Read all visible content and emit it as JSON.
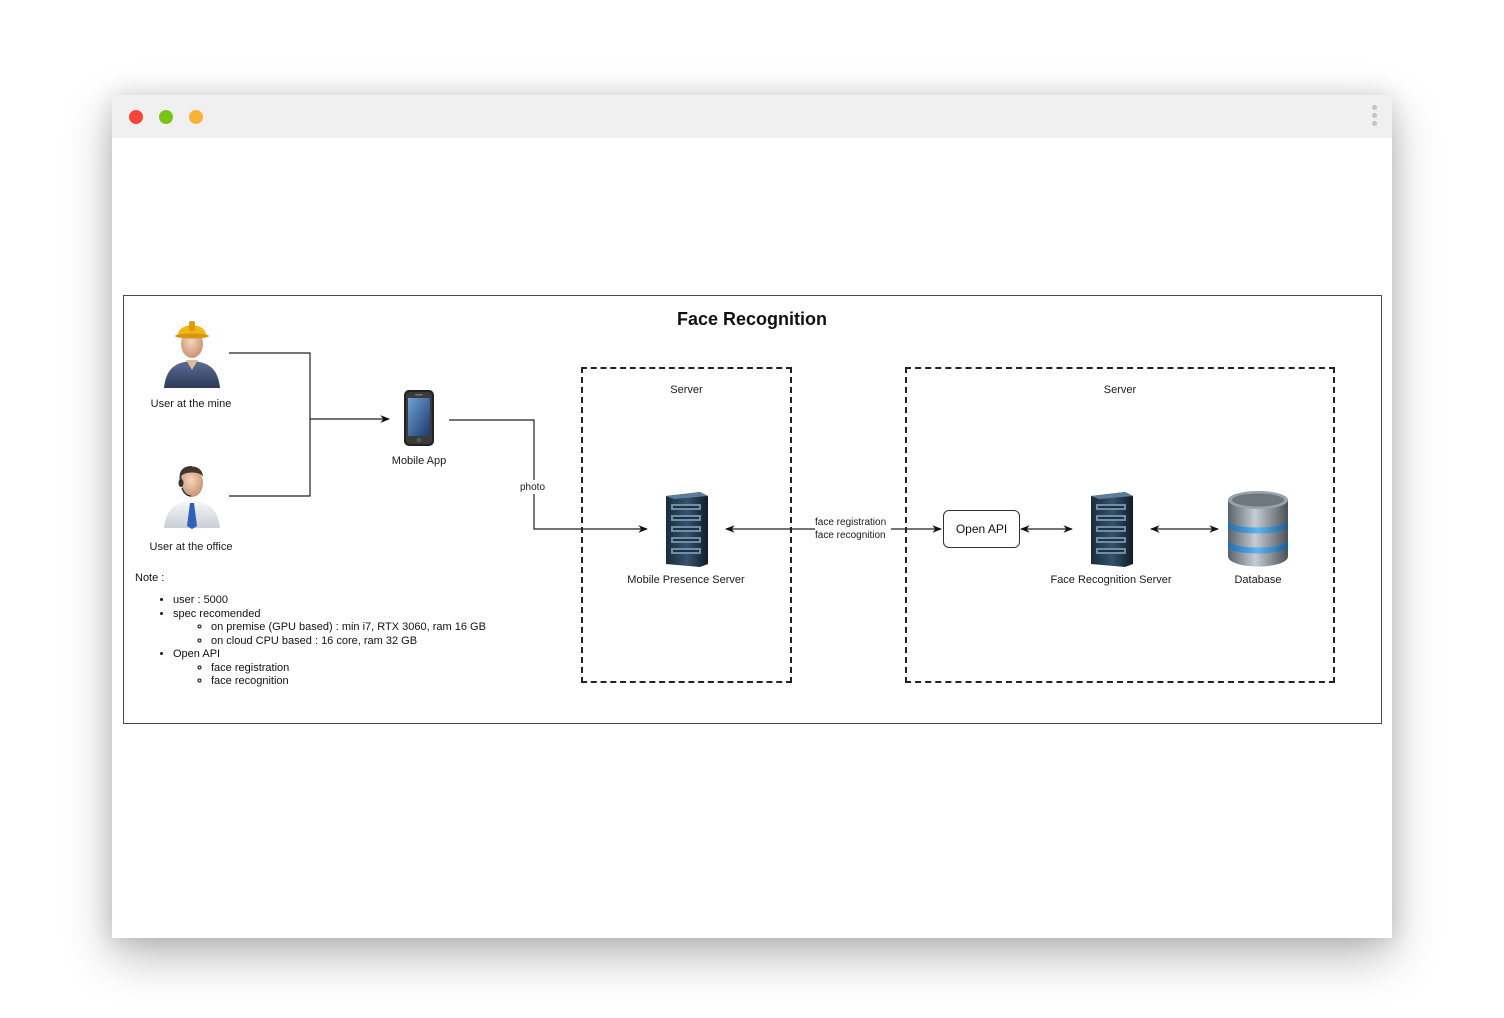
{
  "window": {
    "controls": [
      "close",
      "minimize",
      "maximize"
    ],
    "menu_icon": "more-vertical-icon"
  },
  "diagram": {
    "title": "Face Recognition",
    "nodes": {
      "user_mine": "User at the mine",
      "user_office": "User at the office",
      "mobile_app": "Mobile App",
      "mobile_presence_server": "Mobile Presence Server",
      "open_api": "Open API",
      "face_recognition_server": "Face Recognition Server",
      "database": "Database"
    },
    "groups": {
      "server_left": "Server",
      "server_right": "Server"
    },
    "edges": {
      "photo": "photo",
      "face_registration": "face registration",
      "face_recognition": "face recognition"
    },
    "note": {
      "title": "Note :",
      "items": [
        {
          "text": "user : 5000",
          "sub": []
        },
        {
          "text": "spec recomended",
          "sub": [
            "on premise (GPU based) : min i7, RTX 3060, ram 16 GB",
            "on cloud CPU based : 16 core, ram 32 GB"
          ]
        },
        {
          "text": "Open API",
          "sub": [
            "face registration",
            "face recognition"
          ]
        }
      ]
    },
    "icons": {
      "user_mine": "construction-worker-icon",
      "user_office": "office-worker-icon",
      "mobile_app": "smartphone-icon",
      "servers": "server-rack-icon",
      "database": "database-icon"
    }
  }
}
